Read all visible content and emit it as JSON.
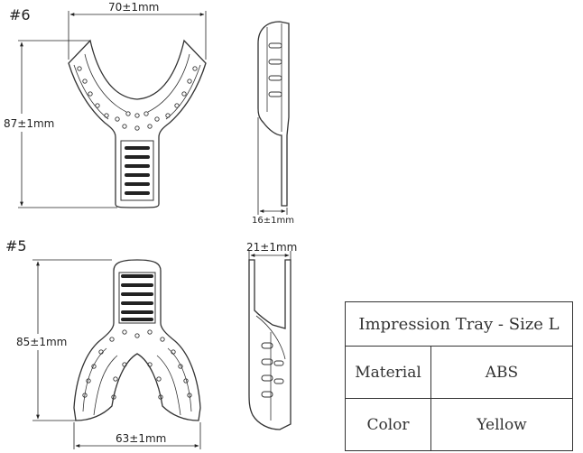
{
  "tray6": {
    "label": "#6",
    "width_dim": "70±1mm",
    "length_dim": "87±1mm",
    "height_dim": "16±1mm"
  },
  "tray5": {
    "label": "#5",
    "width_dim": "63±1mm",
    "length_dim": "85±1mm",
    "height_dim": "21±1mm"
  },
  "specs": {
    "title": "Impression Tray - Size L",
    "rows": [
      {
        "key": "Material",
        "value": "ABS"
      },
      {
        "key": "Color",
        "value": "Yellow"
      }
    ]
  }
}
